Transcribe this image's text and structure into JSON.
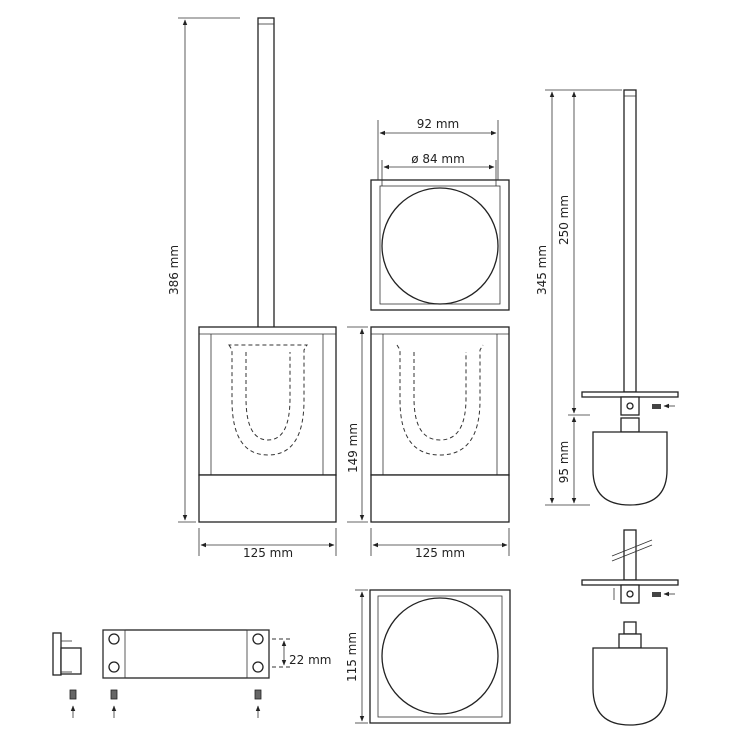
{
  "dimensions": {
    "total_height": "386 mm",
    "container_height": "149 mm",
    "width_front": "125 mm",
    "width_side": "125 mm",
    "outer_width": "92 mm",
    "inner_diameter": "ø 84 mm",
    "brush_length": "345 mm",
    "handle_length": "250 mm",
    "head_length": "95 mm",
    "base_height": "115 mm",
    "bracket_height": "22 mm"
  },
  "colors": {
    "line": "#222222",
    "background": "#ffffff"
  }
}
